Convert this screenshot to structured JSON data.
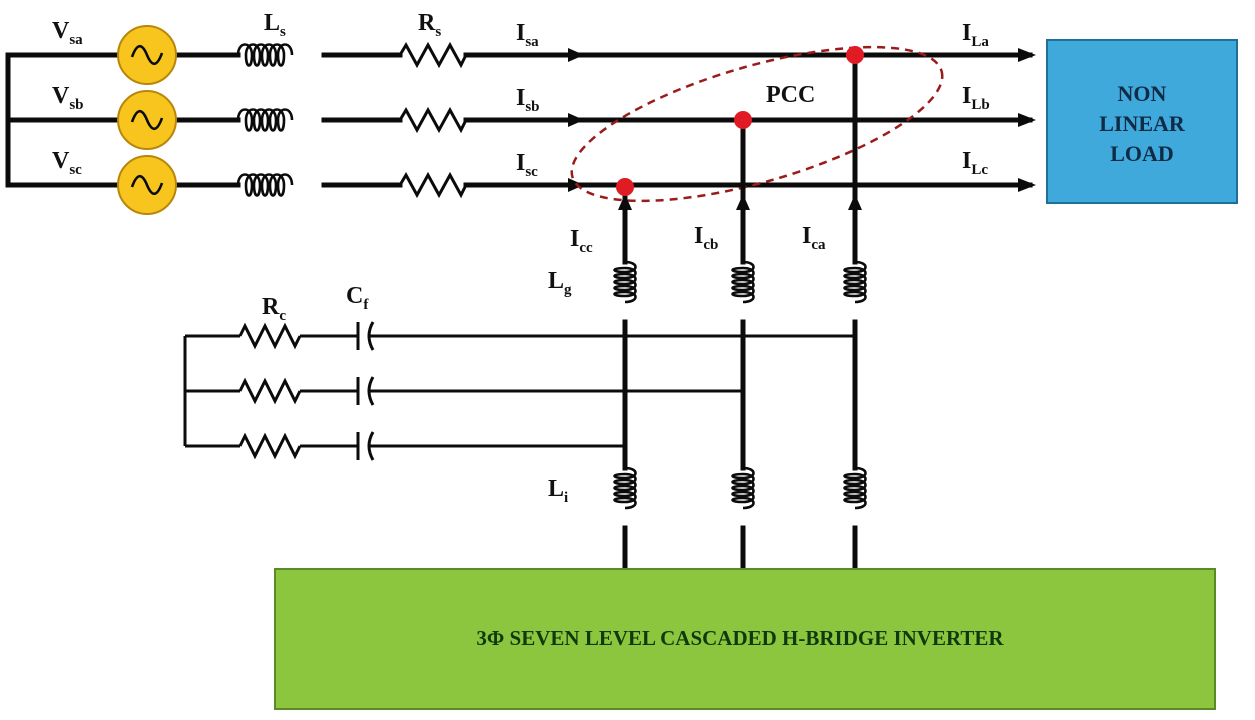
{
  "sources": [
    {
      "label": "V",
      "sub": "sa"
    },
    {
      "label": "V",
      "sub": "sb"
    },
    {
      "label": "V",
      "sub": "sc"
    }
  ],
  "source_inductor": {
    "label": "L",
    "sub": "s"
  },
  "source_resistor": {
    "label": "R",
    "sub": "s"
  },
  "source_currents": [
    {
      "label": "I",
      "sub": "sa"
    },
    {
      "label": "I",
      "sub": "sb"
    },
    {
      "label": "I",
      "sub": "sc"
    }
  ],
  "load_currents": [
    {
      "label": "I",
      "sub": "La"
    },
    {
      "label": "I",
      "sub": "Lb"
    },
    {
      "label": "I",
      "sub": "Lc"
    }
  ],
  "pcc_label": "PCC",
  "load": {
    "line1": "NON",
    "line2": "LINEAR",
    "line3": "LOAD",
    "color": "#3fa9dc"
  },
  "compensator_currents": [
    {
      "label": "I",
      "sub": "cc"
    },
    {
      "label": "I",
      "sub": "cb"
    },
    {
      "label": "I",
      "sub": "ca"
    }
  ],
  "grid_inductor": {
    "label": "L",
    "sub": "g"
  },
  "inverter_inductor": {
    "label": "L",
    "sub": "i"
  },
  "filter_resistor": {
    "label": "R",
    "sub": "c"
  },
  "filter_capacitor": {
    "label": "C",
    "sub": "f"
  },
  "inverter": {
    "label": "3Φ SEVEN LEVEL CASCADED H-BRIDGE INVERTER",
    "color": "#8cc63f"
  },
  "colors": {
    "source_fill": "#f7c51e",
    "pcc_node": "#e01b24",
    "pcc_ellipse": "#9b1b1b"
  }
}
